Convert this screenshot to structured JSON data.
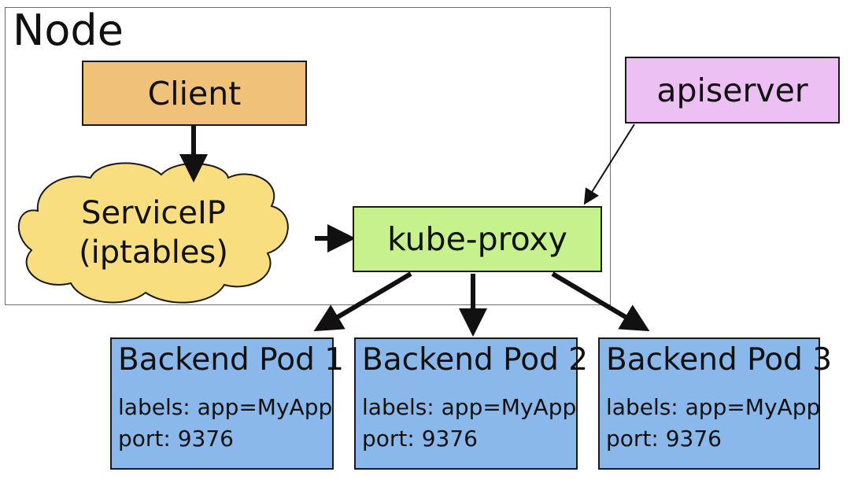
{
  "node": {
    "label": "Node"
  },
  "client": {
    "label": "Client"
  },
  "service_ip": {
    "line1": "ServiceIP",
    "line2": "(iptables)"
  },
  "kube_proxy": {
    "label": "kube-proxy"
  },
  "apiserver": {
    "label": "apiserver"
  },
  "pods": [
    {
      "title": "Backend Pod 1",
      "labels": "labels: app=MyApp",
      "port": "port: 9376"
    },
    {
      "title": "Backend Pod 2",
      "labels": "labels: app=MyApp",
      "port": "port: 9376"
    },
    {
      "title": "Backend Pod 3",
      "labels": "labels: app=MyApp",
      "port": "port: 9376"
    }
  ],
  "colors": {
    "client": "#f0c178",
    "service_ip": "#f8de7e",
    "kube_proxy": "#c5f28c",
    "apiserver": "#ecc0f2",
    "pod": "#8ab8ea"
  }
}
